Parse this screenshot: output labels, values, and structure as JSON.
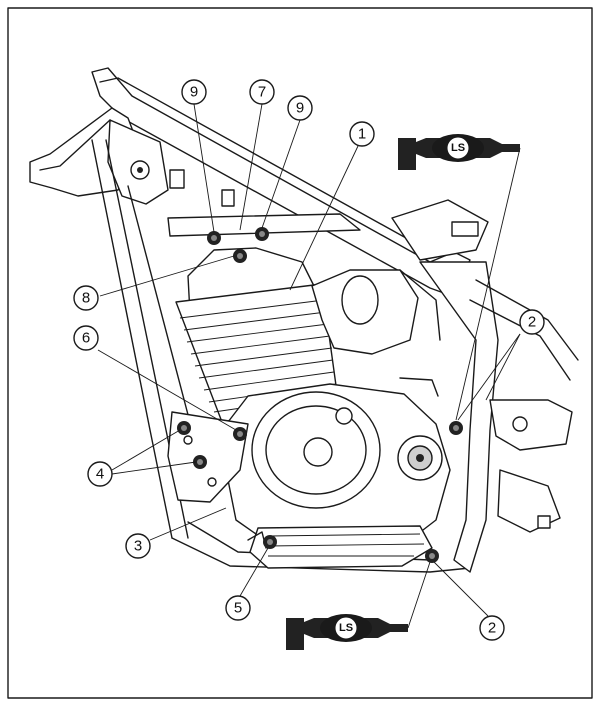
{
  "figure": {
    "callouts": [
      {
        "label": "1"
      },
      {
        "label": "2"
      },
      {
        "label": "2"
      },
      {
        "label": "3"
      },
      {
        "label": "4"
      },
      {
        "label": "5"
      },
      {
        "label": "6"
      },
      {
        "label": "7"
      },
      {
        "label": "8"
      },
      {
        "label": "9"
      },
      {
        "label": "9"
      }
    ],
    "lubricant_symbol": "LS"
  }
}
